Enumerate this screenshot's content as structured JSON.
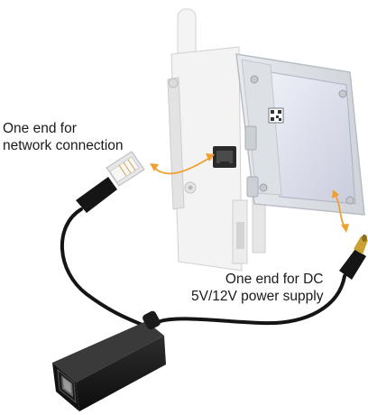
{
  "labels": {
    "network_line1": "One end for",
    "network_line2": "network connection",
    "dc_line1": "One end for DC",
    "dc_line2": "5V/12V power supply"
  },
  "colors": {
    "arrow": "#f0a030",
    "cable": "#151515",
    "enclosure": "#f2f2f2",
    "screen": "#d9dbe8"
  }
}
